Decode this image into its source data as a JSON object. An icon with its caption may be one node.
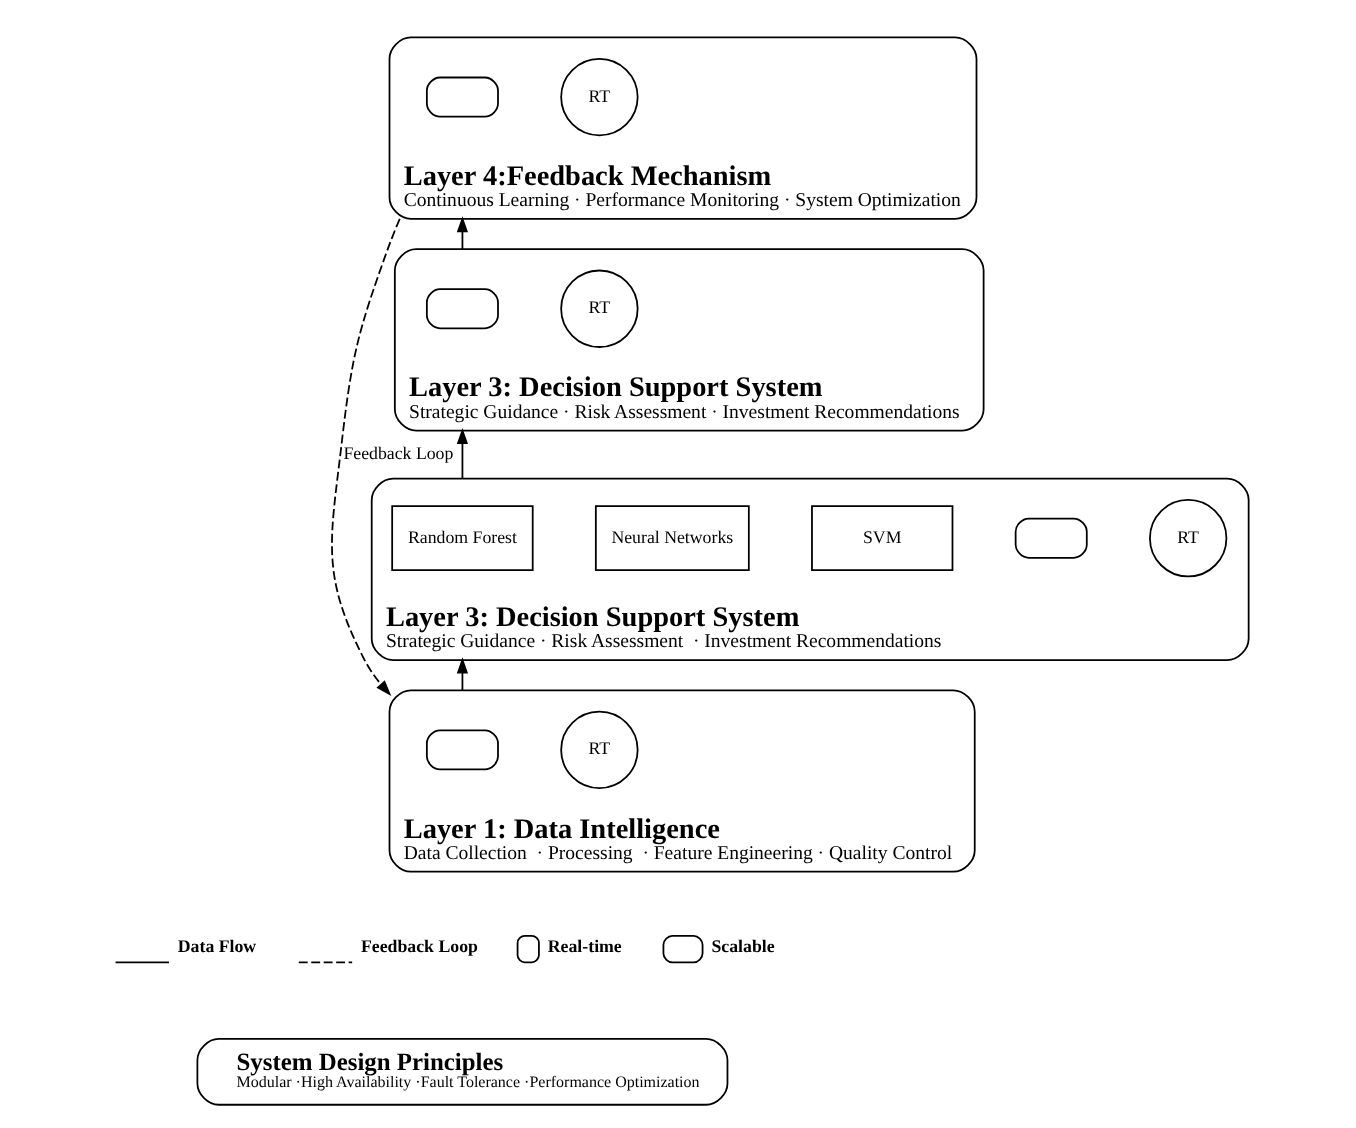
{
  "diagram": {
    "nodes": [
      {
        "text": [
          "Layer 4:Feedback Mechanism",
          "Continuous Learning · Performance Monitoring · System Optimization"
        ]
      },
      {
        "text": [],
        "shape": "box",
        "in": 0
      },
      {
        "text": [
          "RT"
        ],
        "in": 0
      },
      {
        "text": [
          "Layer 3: Decision Support System",
          "Strategic Guidance · Risk Assessment · Investment Recommendations"
        ]
      },
      {
        "text": [],
        "shape": "box",
        "in": 3
      },
      {
        "text": [
          "RT"
        ],
        "in": 3
      },
      {
        "text": [
          "Layer 3: Decision Support System",
          "Strategic Guidance · Risk Assessment  · Investment Recommendations"
        ]
      },
      {
        "text": [
          "Random Forest"
        ],
        "in": 6
      },
      {
        "text": [
          "Neural Networks"
        ],
        "in": 6
      },
      {
        "text": [
          "SVM"
        ],
        "in": 6
      },
      {
        "text": [],
        "shape": "box",
        "in": 6
      },
      {
        "text": [
          "RT"
        ],
        "in": 6
      },
      {
        "text": [
          "Layer 1: Data Intelligence",
          "Data Collection  · Processing  · Feature Engineering · Quality Control"
        ]
      },
      {
        "text": [],
        "shape": "box",
        "in": 12
      },
      {
        "text": [
          "RT"
        ],
        "in": 12
      },
      {
        "text": [
          "System Design Principles",
          "Modular ·High Availability ·Fault Tolerance ·Performance Optimization"
        ]
      }
    ],
    "edges": [
      {
        "from": 12,
        "to": 6,
        "arrow": "to"
      },
      {
        "from": 6,
        "to": 3,
        "arrow": "to"
      },
      {
        "from": 3,
        "to": 0,
        "arrow": "to"
      },
      {
        "from": 0,
        "to": 12,
        "arrow": "to",
        "style": "dashed",
        "label": "Feedback Loop"
      }
    ],
    "legend": [
      {
        "text": "Data Flow"
      },
      {
        "text": "Feedback Loop"
      },
      {
        "text": "Real-time"
      },
      {
        "text": "Scalable"
      }
    ]
  }
}
